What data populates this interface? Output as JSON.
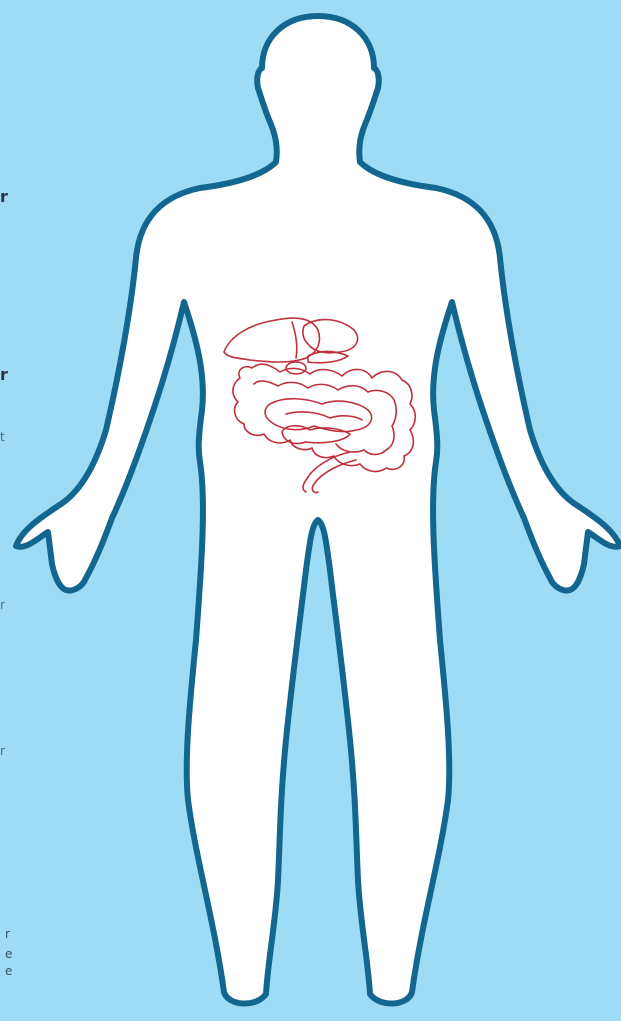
{
  "figure": {
    "background_color": "#9edcf5",
    "body_fill_color": "#ffffff",
    "body_outline_color": "#13668f",
    "organ_outline_color": "#c0303a"
  },
  "cropped_text": {
    "left_edge": [
      "r",
      "r",
      "t",
      "r",
      "r"
    ],
    "bottom_left": [
      "r",
      "e",
      "e"
    ]
  }
}
